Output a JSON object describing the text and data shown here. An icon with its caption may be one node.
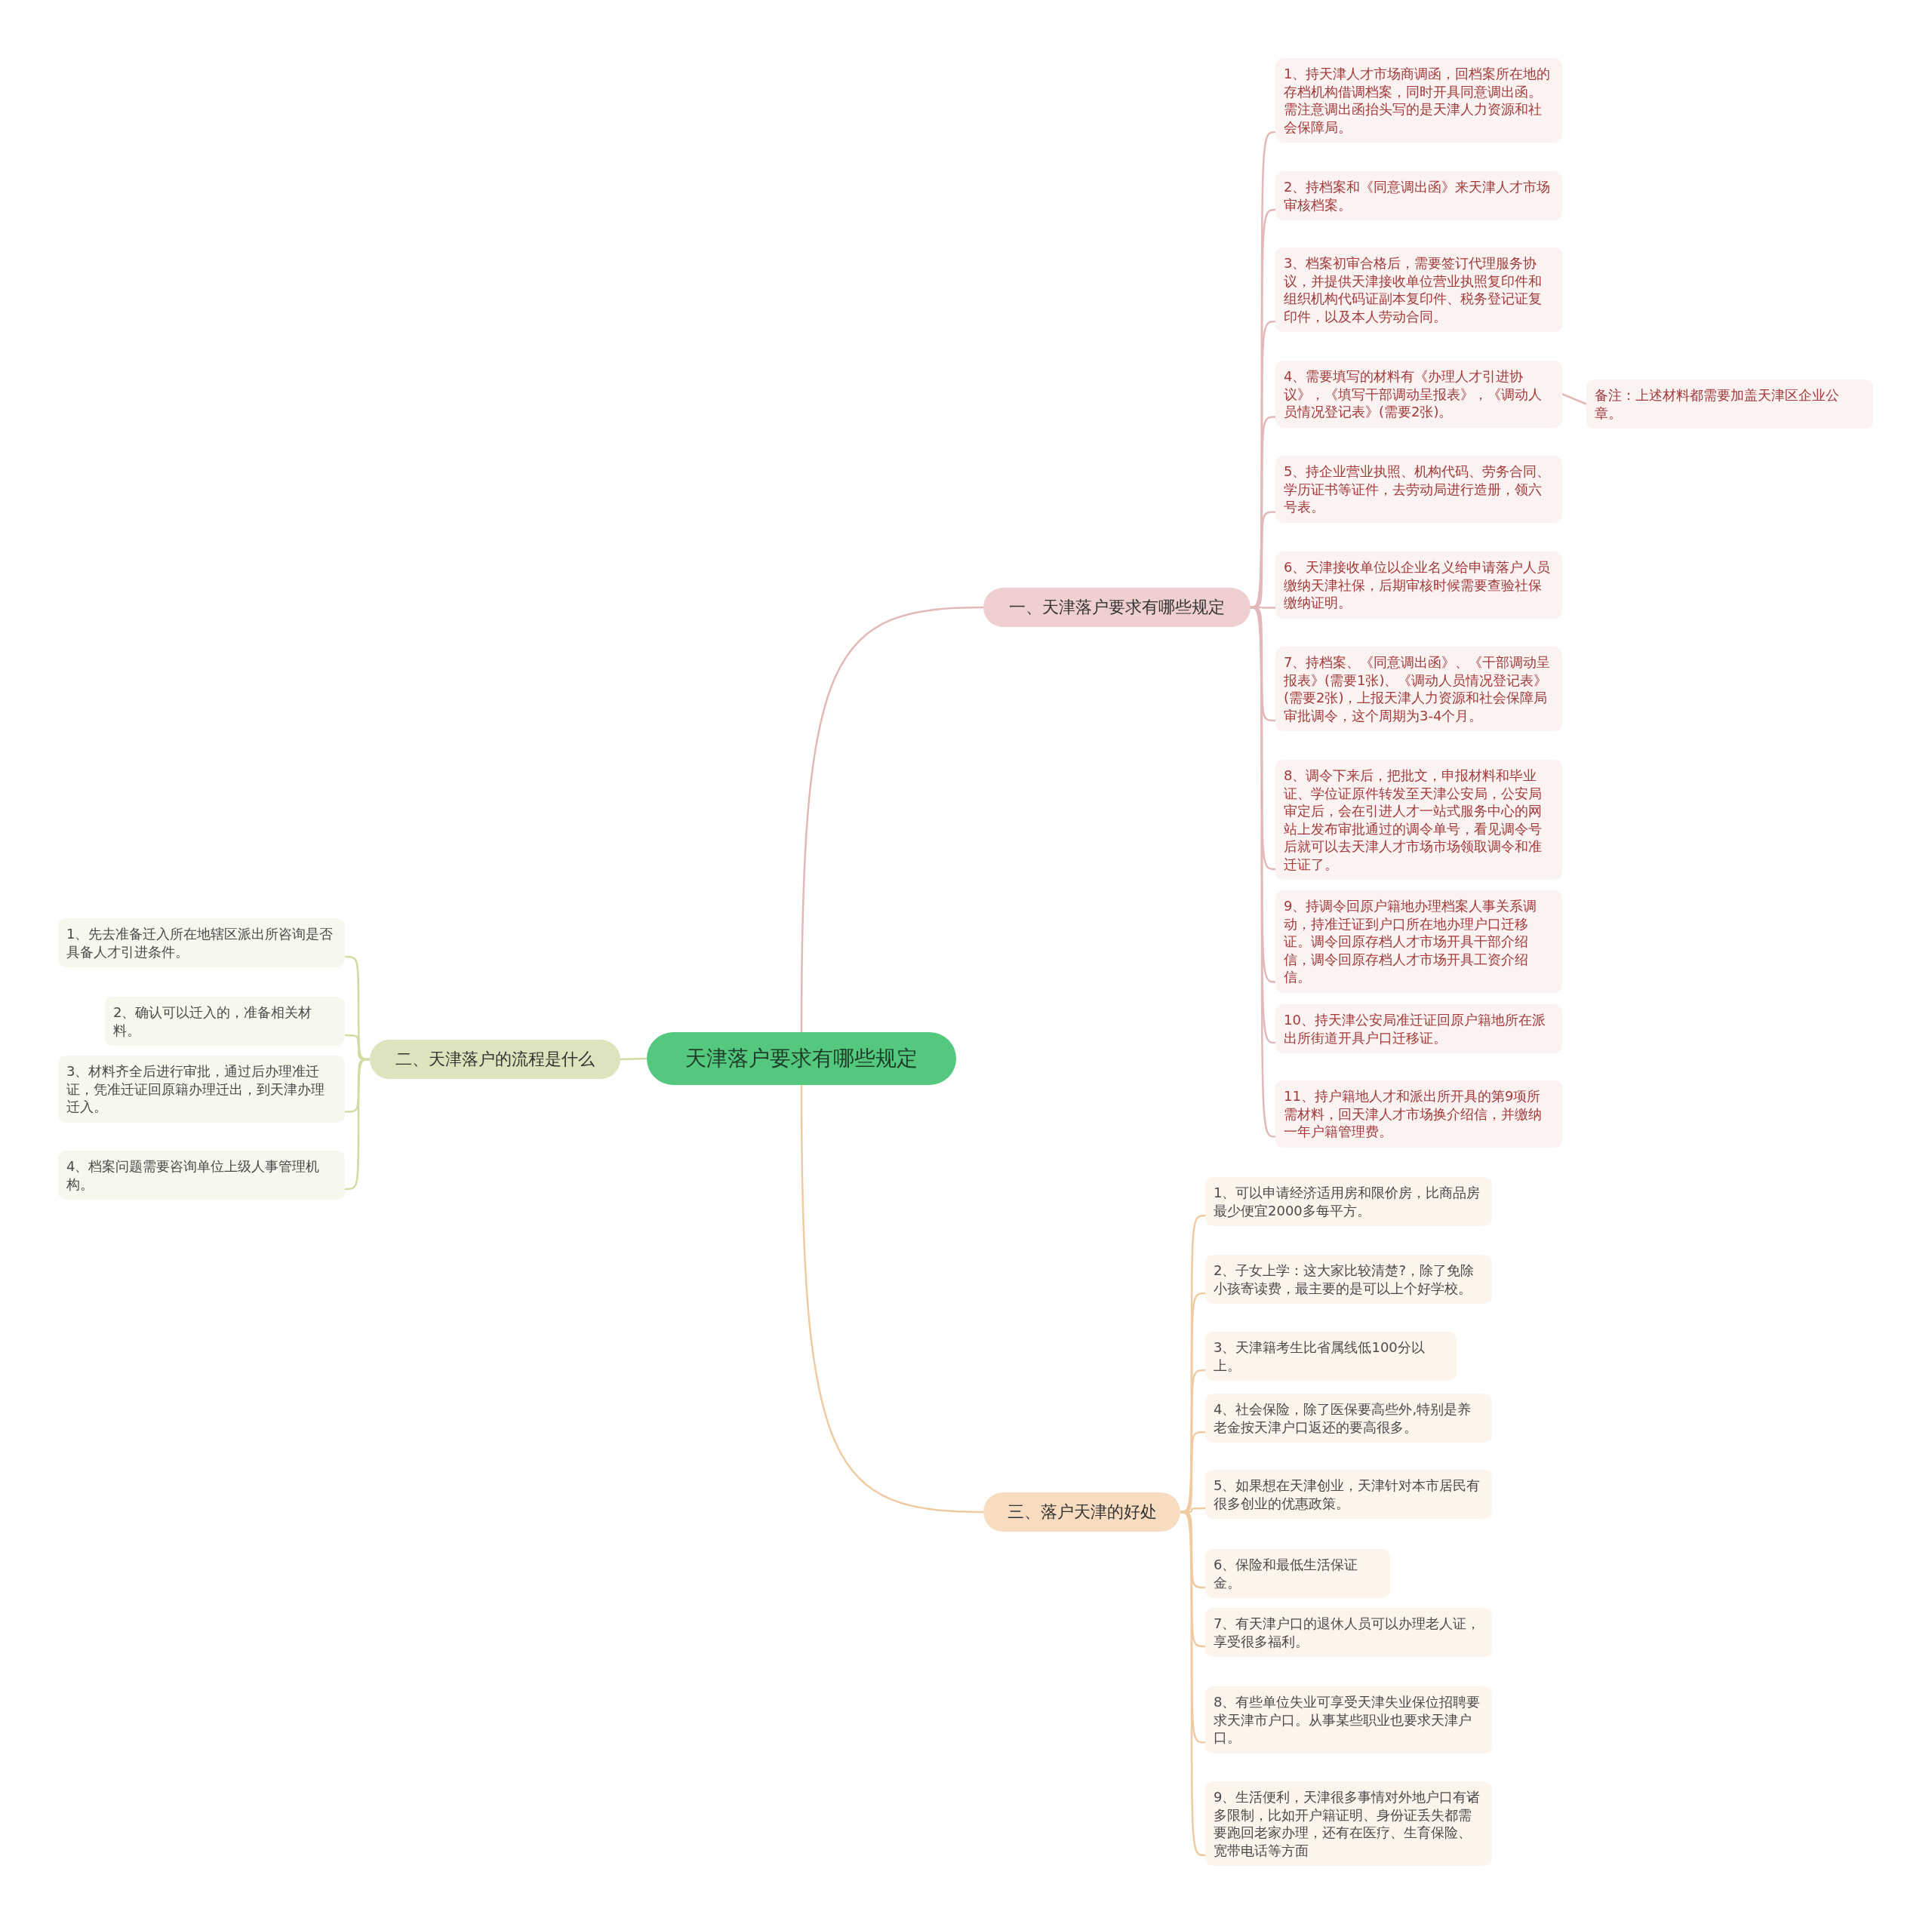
{
  "diagram": {
    "nodes": [
      {
        "text": [
          "天津落户要求有哪些规定"
        ]
      },
      {
        "text": [
          "一、天津落户要求有哪些规定"
        ]
      },
      {
        "text": [
          "1、持天津人才市场商调函，回档案所在地的存档机构借调档案，同时开具同意调出函。需注意调出函抬头写的是天津人力资源和社会保障局。"
        ]
      },
      {
        "text": [
          "2、持档案和《同意调出函》来天津人才市场审核档案。"
        ]
      },
      {
        "text": [
          "3、档案初审合格后，需要签订代理服务协议，并提供天津接收单位营业执照复印件和组织机构代码证副本复印件、税务登记证复印件，以及本人劳动合同。"
        ]
      },
      {
        "text": [
          "4、需要填写的材料有《办理人才引进协议》，《填写干部调动呈报表》，《调动人员情况登记表》(需要2张)。"
        ]
      },
      {
        "text": [
          "5、持企业营业执照、机构代码、劳务合同、学历证书等证件，去劳动局进行造册，领六号表。"
        ]
      },
      {
        "text": [
          "6、天津接收单位以企业名义给申请落户人员缴纳天津社保，后期审核时候需要查验社保缴纳证明。"
        ]
      },
      {
        "text": [
          "7、持档案、《同意调出函》、《干部调动呈报表》(需要1张)、《调动人员情况登记表》(需要2张)，上报天津人力资源和社会保障局审批调令，这个周期为3-4个月。"
        ]
      },
      {
        "text": [
          "8、调令下来后，把批文，申报材料和毕业证、学位证原件转发至天津公安局，公安局审定后，会在引进人才一站式服务中心的网站上发布审批通过的调令单号，看见调令号后就可以去天津人才市场市场领取调令和准迁证了。"
        ]
      },
      {
        "text": [
          "9、持调令回原户籍地办理档案人事关系调动，持准迁证到户口所在地办理户口迁移证。调令回原存档人才市场开具干部介绍信，调令回原存档人才市场开具工资介绍信。"
        ]
      },
      {
        "text": [
          "10、持天津公安局准迁证回原户籍地所在派出所街道开具户口迁移证。"
        ]
      },
      {
        "text": [
          "11、持户籍地人才和派出所开具的第9项所需材料，回天津人才市场换介绍信，并缴纳一年户籍管理费。"
        ]
      },
      {
        "text": [
          "备注：上述材料都需要加盖天津区企业公章。"
        ]
      },
      {
        "text": [
          "二、天津落户的流程是什么"
        ]
      },
      {
        "text": [
          "1、先去准备迁入所在地辖区派出所咨询是否具备人才引进条件。"
        ]
      },
      {
        "text": [
          "2、确认可以迁入的，准备相关材料。"
        ]
      },
      {
        "text": [
          "3、材料齐全后进行审批，通过后办理准迁证，凭准迁证回原籍办理迁出，到天津办理迁入。"
        ]
      },
      {
        "text": [
          "4、档案问题需要咨询单位上级人事管理机构。"
        ]
      },
      {
        "text": [
          "三、落户天津的好处"
        ]
      },
      {
        "text": [
          "1、可以申请经济适用房和限价房，比商品房最少便宜2000多每平方。"
        ]
      },
      {
        "text": [
          "2、子女上学：这大家比较清楚?，除了免除小孩寄读费，最主要的是可以上个好学校。"
        ]
      },
      {
        "text": [
          "3、天津籍考生比省属线低100分以上。"
        ]
      },
      {
        "text": [
          "4、社会保险，除了医保要高些外,特别是养老金按天津户口返还的要高很多。"
        ]
      },
      {
        "text": [
          "5、如果想在天津创业，天津针对本市居民有很多创业的优惠政策。"
        ]
      },
      {
        "text": [
          "6、保险和最低生活保证金。"
        ]
      },
      {
        "text": [
          "7、有天津户口的退休人员可以办理老人证，享受很多福利。"
        ]
      },
      {
        "text": [
          "8、有些单位失业可享受天津失业保位招聘要求天津市户口。从事某些职业也要求天津户口。"
        ]
      },
      {
        "text": [
          "9、生活便利，天津很多事情对外地户口有诸多限制，比如开户籍证明、身份证丢失都需要跑回老家办理，还有在医疗、生育保险、宽带电话等方面"
        ]
      }
    ],
    "edges": [
      {
        "from": 0,
        "to": 1,
        "arrow": "none"
      },
      {
        "from": 1,
        "to": 2,
        "arrow": "none"
      },
      {
        "from": 1,
        "to": 3,
        "arrow": "none"
      },
      {
        "from": 1,
        "to": 4,
        "arrow": "none"
      },
      {
        "from": 1,
        "to": 5,
        "arrow": "none"
      },
      {
        "from": 1,
        "to": 6,
        "arrow": "none"
      },
      {
        "from": 1,
        "to": 7,
        "arrow": "none"
      },
      {
        "from": 1,
        "to": 8,
        "arrow": "none"
      },
      {
        "from": 1,
        "to": 9,
        "arrow": "none"
      },
      {
        "from": 1,
        "to": 10,
        "arrow": "none"
      },
      {
        "from": 1,
        "to": 11,
        "arrow": "none"
      },
      {
        "from": 1,
        "to": 12,
        "arrow": "none"
      },
      {
        "from": 5,
        "to": 13,
        "arrow": "none"
      },
      {
        "from": 0,
        "to": 14,
        "arrow": "none",
        "color": "#d3dba5"
      },
      {
        "from": 14,
        "to": 15,
        "arrow": "none",
        "color": "#d3dba5"
      },
      {
        "from": 14,
        "to": 16,
        "arrow": "none",
        "color": "#d3dba5"
      },
      {
        "from": 14,
        "to": 17,
        "arrow": "none",
        "color": "#d3dba5"
      },
      {
        "from": 14,
        "to": 18,
        "arrow": "none",
        "color": "#d3dba5"
      },
      {
        "from": 0,
        "to": 19,
        "arrow": "none",
        "color": "#f0cba2"
      },
      {
        "from": 19,
        "to": 20,
        "arrow": "none",
        "color": "#f0cba2"
      },
      {
        "from": 19,
        "to": 21,
        "arrow": "none",
        "color": "#f0cba2"
      },
      {
        "from": 19,
        "to": 22,
        "arrow": "none",
        "color": "#f0cba2"
      },
      {
        "from": 19,
        "to": 23,
        "arrow": "none",
        "color": "#f0cba2"
      },
      {
        "from": 19,
        "to": 24,
        "arrow": "none",
        "color": "#f0cba2"
      },
      {
        "from": 19,
        "to": 25,
        "arrow": "none",
        "color": "#f0cba2"
      },
      {
        "from": 19,
        "to": 26,
        "arrow": "none",
        "color": "#f0cba2"
      },
      {
        "from": 19,
        "to": 27,
        "arrow": "none",
        "color": "#f0cba2"
      },
      {
        "from": 19,
        "to": 28,
        "arrow": "none",
        "color": "#f0cba2"
      }
    ]
  }
}
